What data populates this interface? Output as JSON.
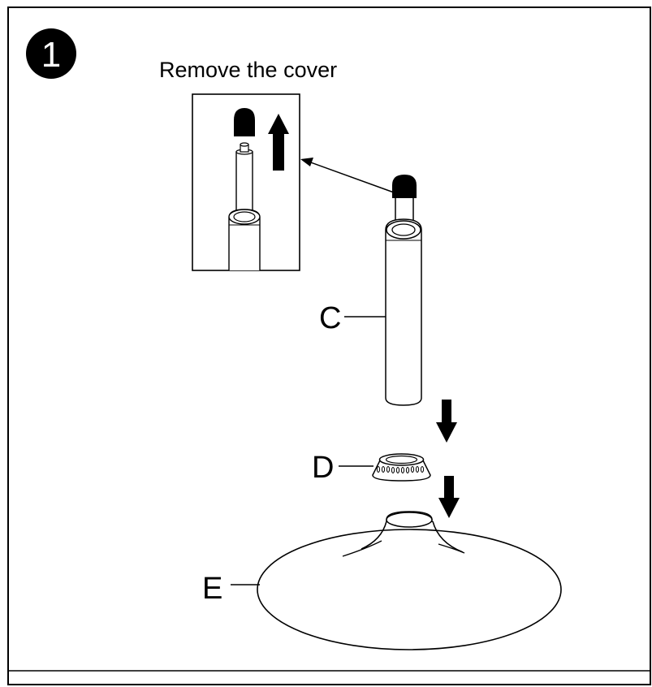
{
  "step": {
    "number": "1",
    "instruction": "Remove the cover"
  },
  "parts": {
    "c_label": "C",
    "d_label": "D",
    "e_label": "E"
  }
}
